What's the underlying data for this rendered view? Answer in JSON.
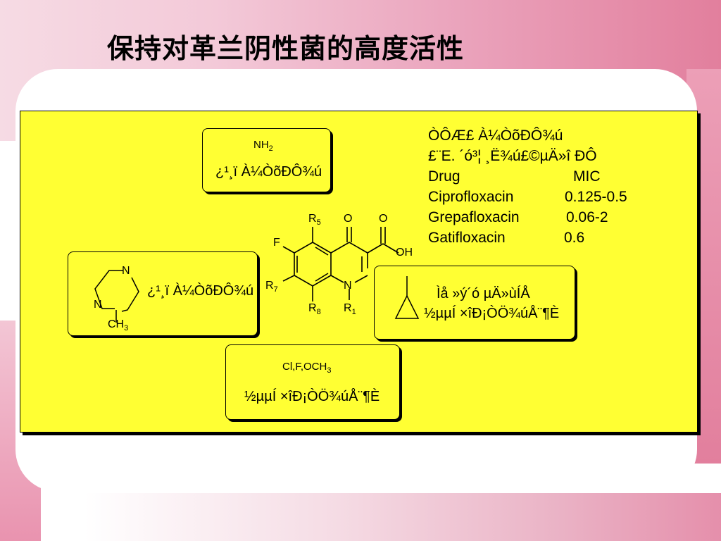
{
  "title": "保持对革兰阴性菌的高度活性",
  "box_top": {
    "line1": "NH",
    "line1_sub": "2",
    "line2": "¿¹¸ï À¼ÒõÐÔ¾ú"
  },
  "box_left": {
    "ring_n_top": "N",
    "ring_n_bottom": "N",
    "ch3": "CH",
    "ch3_sub": "3",
    "text": "¿¹¸ï À¼ÒõÐÔ¾ú"
  },
  "box_right": {
    "line1": "Ìå »ý´ó µÄ»ùÍÅ",
    "line2": "½µµÍ ×îÐ¡ÒÖ¾úÅ¨¶È"
  },
  "box_bottom": {
    "line1": "Cl,F,OCH",
    "line1_sub": "3",
    "line2": "½µµÍ ×îÐ¡ÒÖ¾úÅ¨¶È"
  },
  "molecule": {
    "r5": "R",
    "r5_sub": "5",
    "o1": "O",
    "o2": "O",
    "f": "F",
    "oh": "OH",
    "r7": "R",
    "r7_sub": "7",
    "n": "N",
    "r8": "R",
    "r8_sub": "8",
    "r1": "R",
    "r1_sub": "1"
  },
  "info": {
    "heading1": "ÒÔÆ£ À¼ÒõÐÔ¾ú",
    "heading2": "£¨E. ´ó³¦ ¸Ë¾ú£©µÄ»î ÐÔ",
    "col_drug": "Drug",
    "col_mic": "MIC",
    "rows": [
      {
        "drug": "Ciprofloxacin",
        "mic": "0.125-0.5"
      },
      {
        "drug": "Grepafloxacin",
        "mic": "0.06-2"
      },
      {
        "drug": "Gatifloxacin",
        "mic": "0.6"
      }
    ]
  }
}
